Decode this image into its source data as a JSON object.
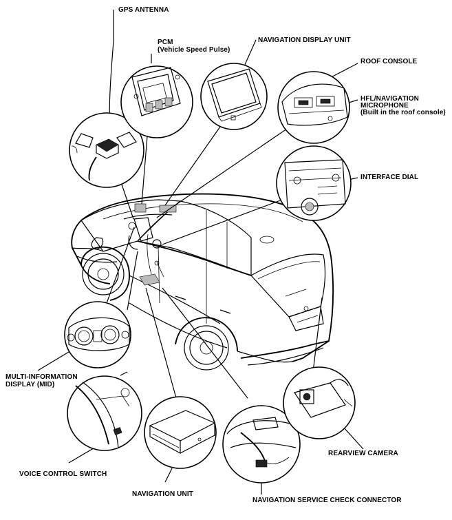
{
  "labels": {
    "gps_antenna": "GPS ANTENNA",
    "pcm": "PCM",
    "pcm_sub": "(Vehicle Speed Pulse)",
    "navigation_display_unit": "NAVIGATION DISPLAY UNIT",
    "roof_console": "ROOF CONSOLE",
    "hfl_line1": "HFL/NAVIGATION",
    "hfl_line2": "MICROPHONE",
    "hfl_line3": "(Built in the roof console)",
    "interface_dial": "INTERFACE DIAL",
    "mid_line1": "MULTI-INFORMATION",
    "mid_line2": "DISPLAY (MID)",
    "voice_control_switch": "VOICE CONTROL SWITCH",
    "navigation_unit": "NAVIGATION UNIT",
    "navigation_service_check_connector": "NAVIGATION SERVICE CHECK CONNECTOR",
    "rearview_camera": "REARVIEW CAMERA"
  }
}
